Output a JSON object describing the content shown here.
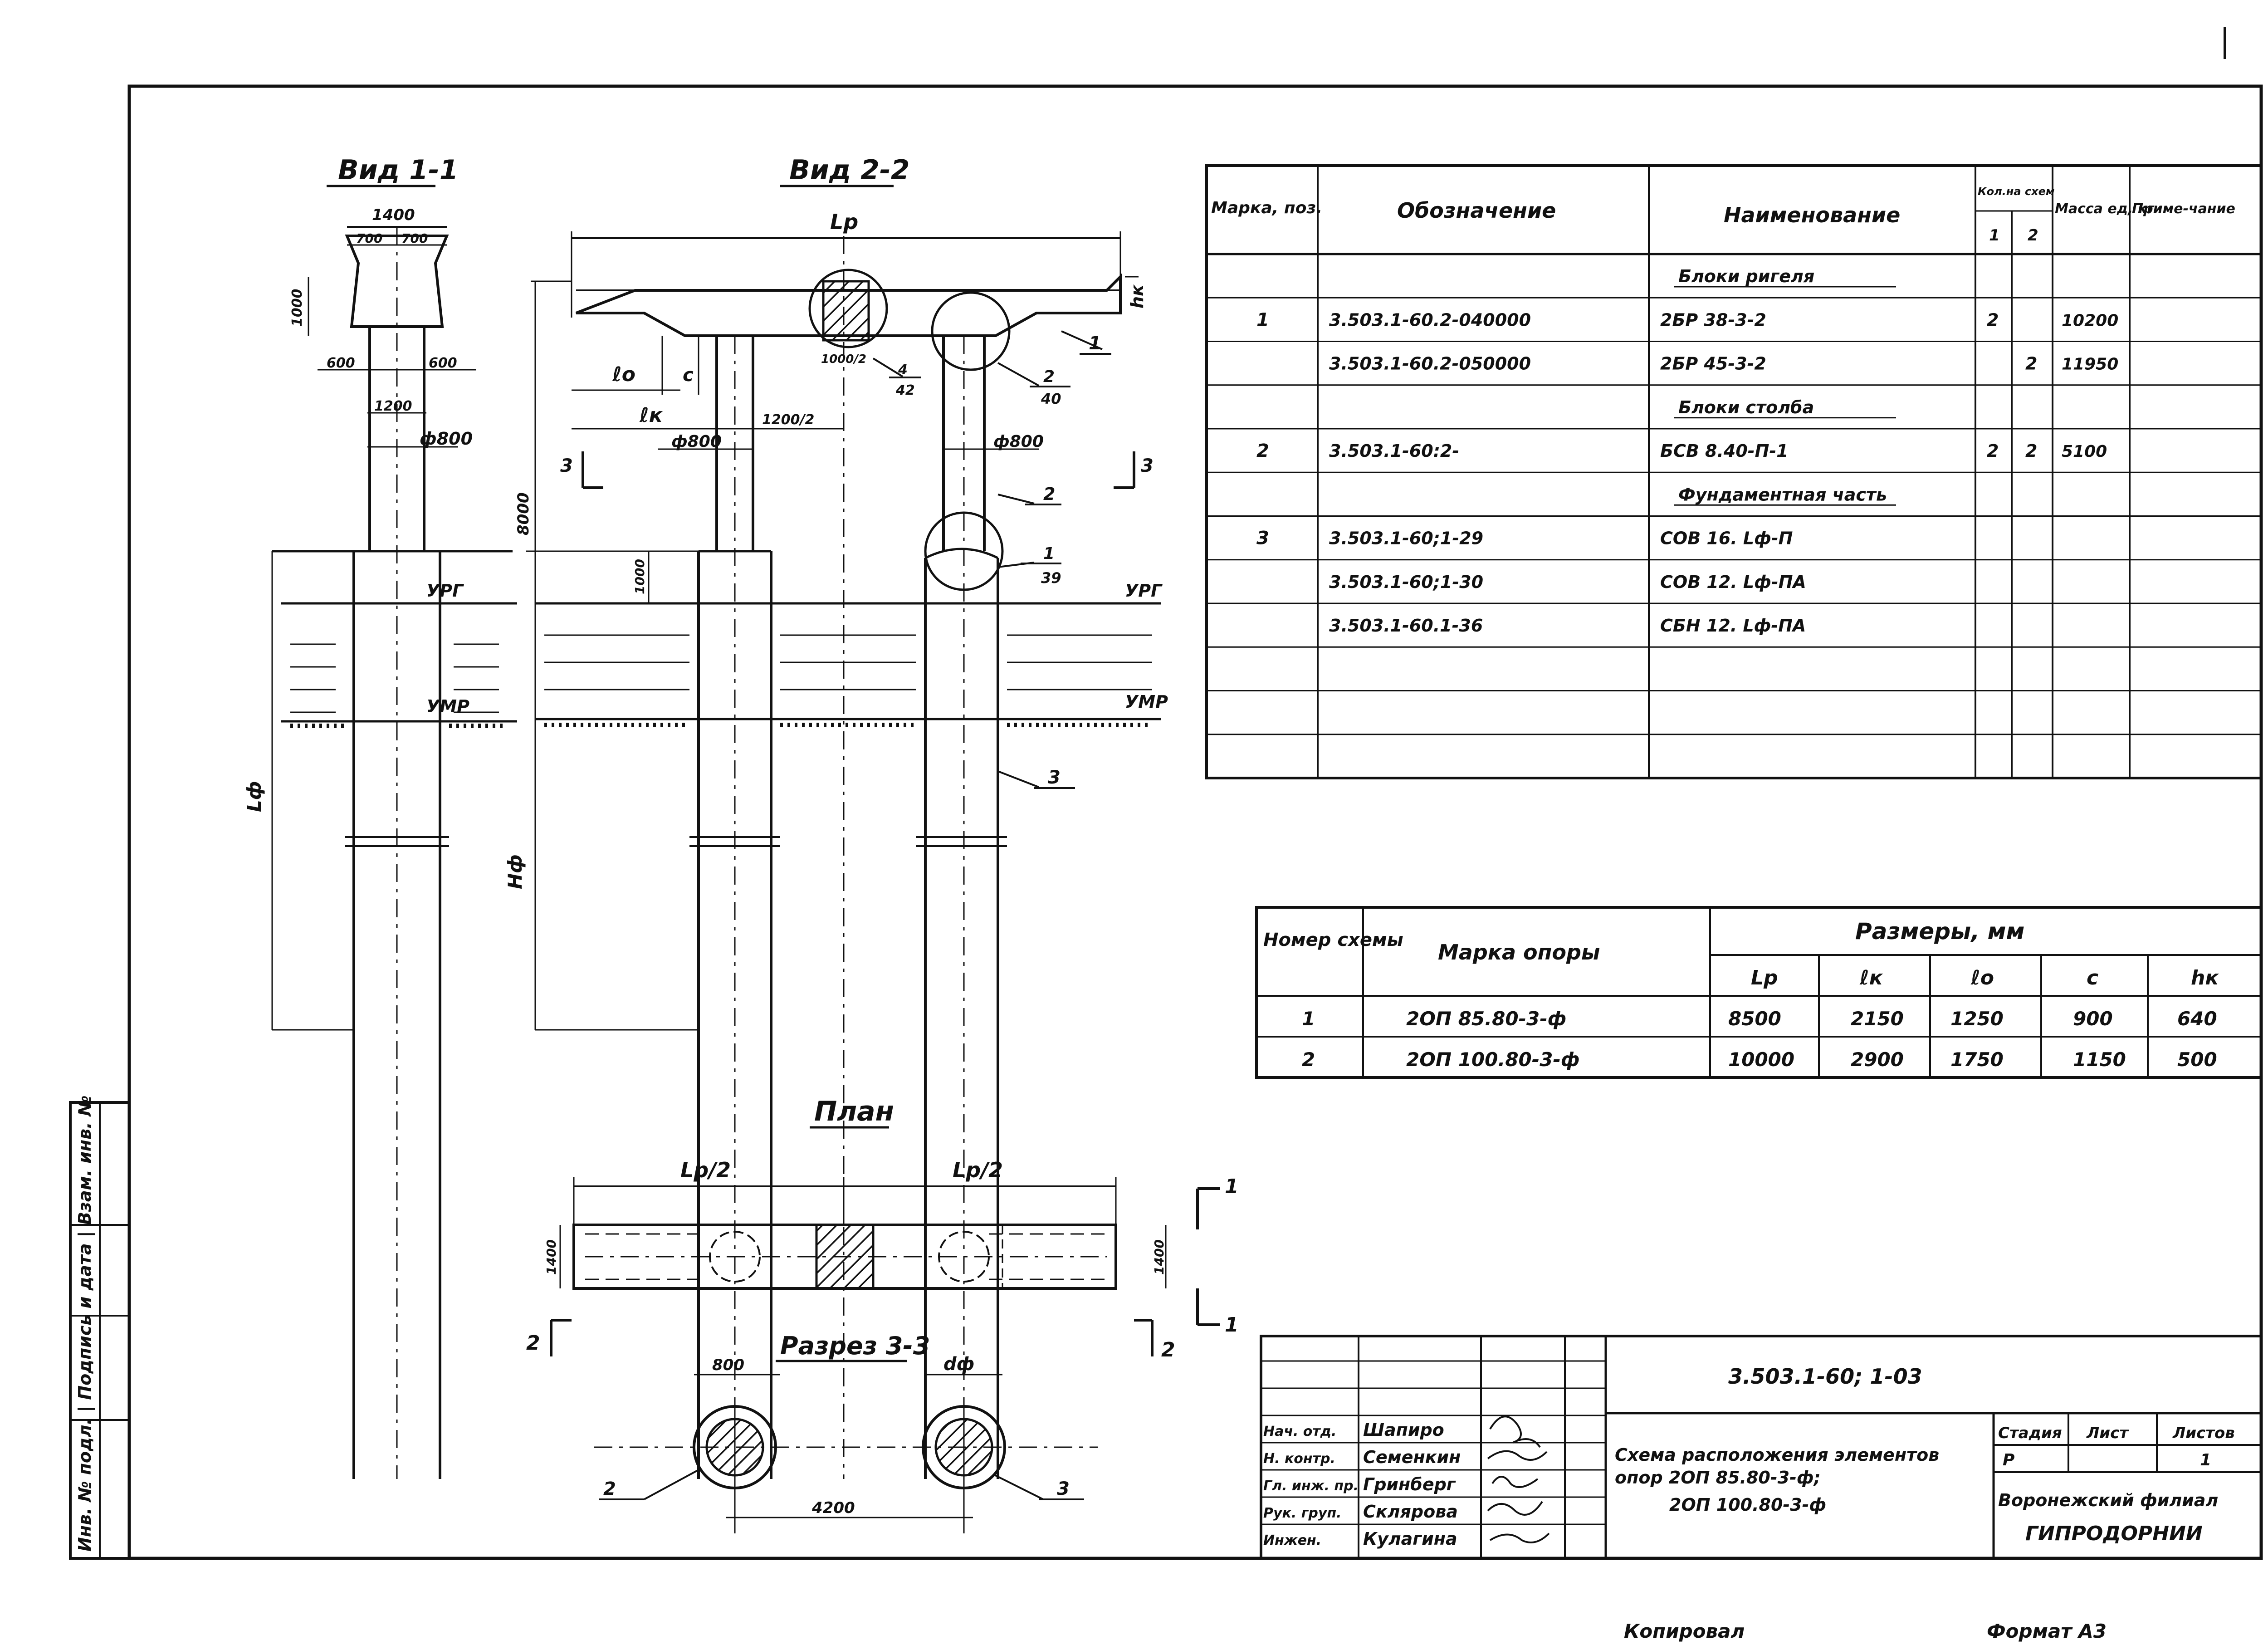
{
  "views": {
    "vid11": {
      "title": "Вид 1-1",
      "d1400": "1400",
      "d700a": "700",
      "d700b": "700",
      "d1000": "1000",
      "d600a": "600",
      "d600b": "600",
      "d1200": "1200",
      "dia": "ф800",
      "urg": "УРГ",
      "umr": "УМР",
      "lf": "Lф"
    },
    "vid22": {
      "title": "Вид 2-2",
      "lp": "Lр",
      "hk": "hк",
      "lo": "ℓо",
      "c": "с",
      "lk": "ℓк",
      "d1200_2": "1200/2",
      "d1000_2": "1000/2",
      "dia_l": "ф800",
      "dia_r": "ф800",
      "h8000": "8000",
      "h1000": "1000",
      "urg": "УРГ",
      "umr": "УМР",
      "hf": "Hф",
      "sec3": "3",
      "callouts": [
        {
          "num": "1",
          "ref": ""
        },
        {
          "num": "2",
          "ref": "40"
        },
        {
          "num": "2",
          "ref": ""
        },
        {
          "num": "1",
          "ref": "39"
        },
        {
          "num": "3",
          "ref": ""
        },
        {
          "num": "4",
          "ref": "42"
        }
      ]
    },
    "plan": {
      "title": "План",
      "lp2a": "Lр/2",
      "lp2b": "Lр/2",
      "d1400a": "1400",
      "d1400b": "1400",
      "sec1": "1",
      "sec2": "2"
    },
    "razrez": {
      "title": "Разрез 3-3",
      "d800": "800",
      "df": "dф",
      "d4200": "4200",
      "c2": "2",
      "c3": "3"
    }
  },
  "spec": {
    "headers": {
      "marka": "Марка, поз.",
      "oboz": "Обозначение",
      "naim": "Наименование",
      "kol": "Кол.на схем",
      "k1": "1",
      "k2": "2",
      "massa": "Масса ед, кг",
      "prim": "Приме-чание"
    },
    "rows": [
      {
        "marka": "",
        "oboz": "",
        "naim": "Блоки ригеля",
        "k1": "",
        "k2": "",
        "massa": "",
        "section": true
      },
      {
        "marka": "1",
        "oboz": "3.503.1-60.2-040000",
        "naim": "2БР 38-3-2",
        "k1": "2",
        "k2": "",
        "massa": "10200"
      },
      {
        "marka": "",
        "oboz": "3.503.1-60.2-050000",
        "naim": "2БР 45-3-2",
        "k1": "",
        "k2": "2",
        "massa": "11950"
      },
      {
        "marka": "",
        "oboz": "",
        "naim": "Блоки столба",
        "k1": "",
        "k2": "",
        "massa": "",
        "section": true
      },
      {
        "marka": "2",
        "oboz": "3.503.1-60:2-",
        "naim": "БСВ 8.40-П-1",
        "k1": "2",
        "k2": "2",
        "massa": "5100"
      },
      {
        "marka": "",
        "oboz": "",
        "naim": "Фундаментная часть",
        "k1": "",
        "k2": "",
        "massa": "",
        "section": true
      },
      {
        "marka": "3",
        "oboz": "3.503.1-60;1-29",
        "naim": "СОВ 16. Lф-П",
        "k1": "",
        "k2": "",
        "massa": ""
      },
      {
        "marka": "",
        "oboz": "3.503.1-60;1-30",
        "naim": "СОВ 12. Lф-ПА",
        "k1": "",
        "k2": "",
        "massa": ""
      },
      {
        "marka": "",
        "oboz": "3.503.1-60.1-36",
        "naim": "СБН 12. Lф-ПА",
        "k1": "",
        "k2": "",
        "massa": ""
      },
      {
        "marka": "",
        "oboz": "",
        "naim": "",
        "k1": "",
        "k2": "",
        "massa": ""
      },
      {
        "marka": "",
        "oboz": "",
        "naim": "",
        "k1": "",
        "k2": "",
        "massa": ""
      },
      {
        "marka": "",
        "oboz": "",
        "naim": "",
        "k1": "",
        "k2": "",
        "massa": ""
      }
    ]
  },
  "sizes": {
    "headers": {
      "nomer": "Номер схемы",
      "marka": "Марка опоры",
      "razm": "Размеры, мм",
      "lp": "Lр",
      "lk": "ℓк",
      "lo": "ℓо",
      "c": "с",
      "hk": "hк"
    },
    "rows": [
      {
        "n": "1",
        "marka": "2ОП 85.80-3-ф",
        "lp": "8500",
        "lk": "2150",
        "lo": "1250",
        "c": "900",
        "hk": "640"
      },
      {
        "n": "2",
        "marka": "2ОП 100.80-3-ф",
        "lp": "10000",
        "lk": "2900",
        "lo": "1750",
        "c": "1150",
        "hk": "500"
      }
    ]
  },
  "stamp": {
    "code": "3.503.1-60; 1-03",
    "title1": "Схема расположения элементов",
    "title2": "опор 2ОП 85.80-3-ф;",
    "title3": "2ОП 100.80-3-ф",
    "stadia_h": "Стадия",
    "list_h": "Лист",
    "listov_h": "Листов",
    "stadia": "Р",
    "list": "",
    "listov": "1",
    "org1": "Воронежский филиал",
    "org2": "ГИПРОДОРНИИ",
    "people": [
      {
        "role": "Нач. отд.",
        "name": "Шапиро"
      },
      {
        "role": "Н. контр.",
        "name": "Семенкин"
      },
      {
        "role": "Гл. инж. пр.",
        "name": "Гринберг"
      },
      {
        "role": "Рук. груп.",
        "name": "Склярова"
      },
      {
        "role": "Инжен.",
        "name": "Кулагина"
      }
    ]
  },
  "side": {
    "label": "Инв. № подл. | Подпись и дата | Взам. инв. №"
  },
  "footer": {
    "copied": "Копировал",
    "format": "Формат А3"
  }
}
